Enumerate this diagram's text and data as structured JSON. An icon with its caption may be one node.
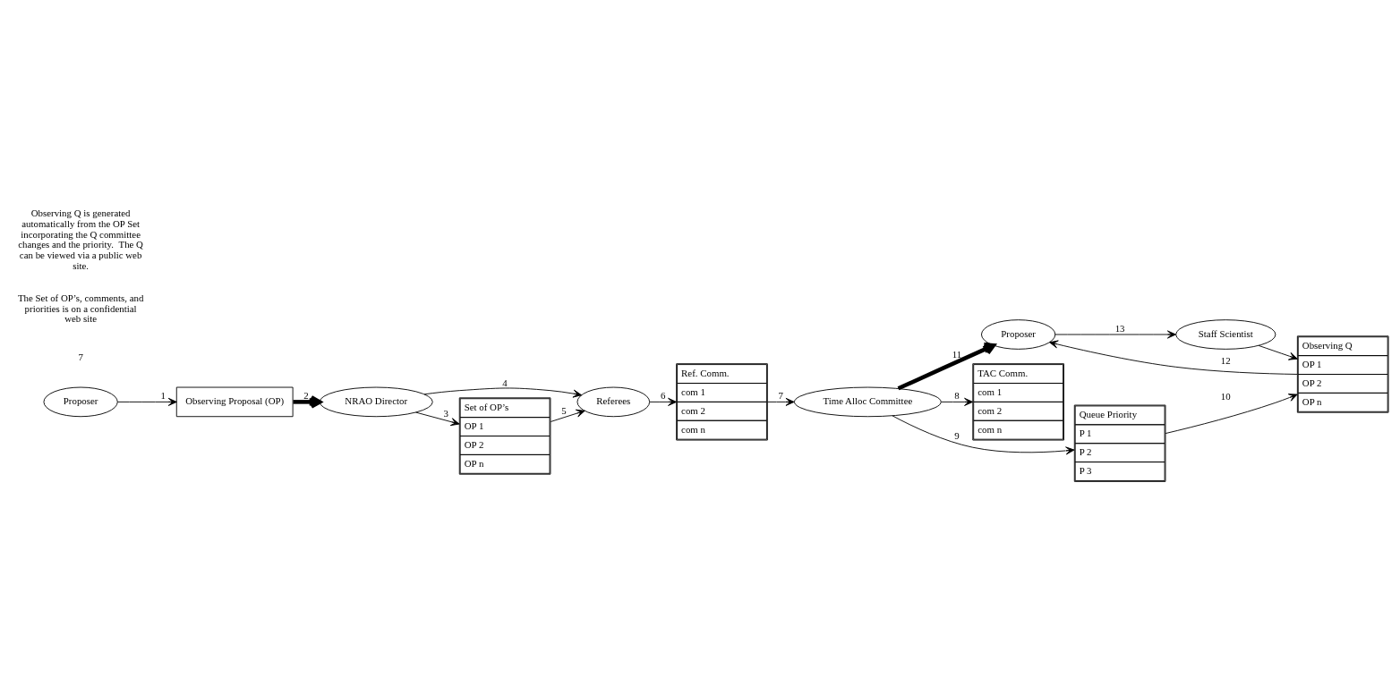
{
  "diagram": {
    "nodes": [
      {
        "text": [
          "Proposer"
        ]
      },
      {
        "text": [
          "Observing Proposal (OP)"
        ]
      },
      {
        "text": [
          "NRAO Director"
        ]
      },
      {
        "text": [
          "Referees"
        ]
      },
      {
        "text": [
          "Time Alloc Committee"
        ]
      },
      {
        "text": [
          "Proposer"
        ]
      },
      {
        "text": [
          "Staff Scientist"
        ]
      },
      {
        "text": [
          "Set of OP’s",
          "OP 1",
          "OP 2",
          "OP n"
        ]
      },
      {
        "text": [
          "Ref. Comm.",
          "com 1",
          "com 2",
          "com n"
        ]
      },
      {
        "text": [
          "TAC Comm.",
          "com 1",
          "com 2",
          "com n"
        ]
      },
      {
        "text": [
          "Queue Priority",
          "P 1",
          "P 2",
          "P 3"
        ]
      },
      {
        "text": [
          "Observing Q",
          "OP 1",
          "OP 2",
          "OP n"
        ]
      }
    ],
    "edges": [
      {
        "from": 0,
        "to": 1,
        "arrow": "to",
        "label": "1"
      },
      {
        "from": 1,
        "to": 2,
        "arrow": "to",
        "label": "2",
        "style": "thick"
      },
      {
        "from": 2,
        "to": 7,
        "arrow": "to",
        "label": "3"
      },
      {
        "from": 2,
        "to": 3,
        "arrow": "to",
        "label": "4"
      },
      {
        "from": 7,
        "to": 3,
        "arrow": "to",
        "label": "5"
      },
      {
        "from": 3,
        "to": 8,
        "arrow": "to",
        "label": "6"
      },
      {
        "from": 8,
        "to": 4,
        "arrow": "to",
        "label": "7"
      },
      {
        "from": 4,
        "to": 9,
        "arrow": "to",
        "label": "8"
      },
      {
        "from": 4,
        "to": 10,
        "arrow": "to",
        "label": "9"
      },
      {
        "from": 10,
        "to": 11,
        "arrow": "to",
        "label": "10"
      },
      {
        "from": 4,
        "to": 5,
        "arrow": "to",
        "label": "11",
        "style": "thick"
      },
      {
        "from": 11,
        "to": 5,
        "arrow": "to",
        "label": "12"
      },
      {
        "from": 5,
        "to": 6,
        "arrow": "to",
        "label": "13"
      },
      {
        "from": 6,
        "to": 11,
        "arrow": "to"
      }
    ],
    "labels": [
      "7",
      "The Set of OP’s, comments, and priorities is on a confidential web site",
      "Observing Q is generated automatically from the OP Set incorporating the Q committee changes and the priority.  The Q can be viewed via a public web site."
    ]
  }
}
